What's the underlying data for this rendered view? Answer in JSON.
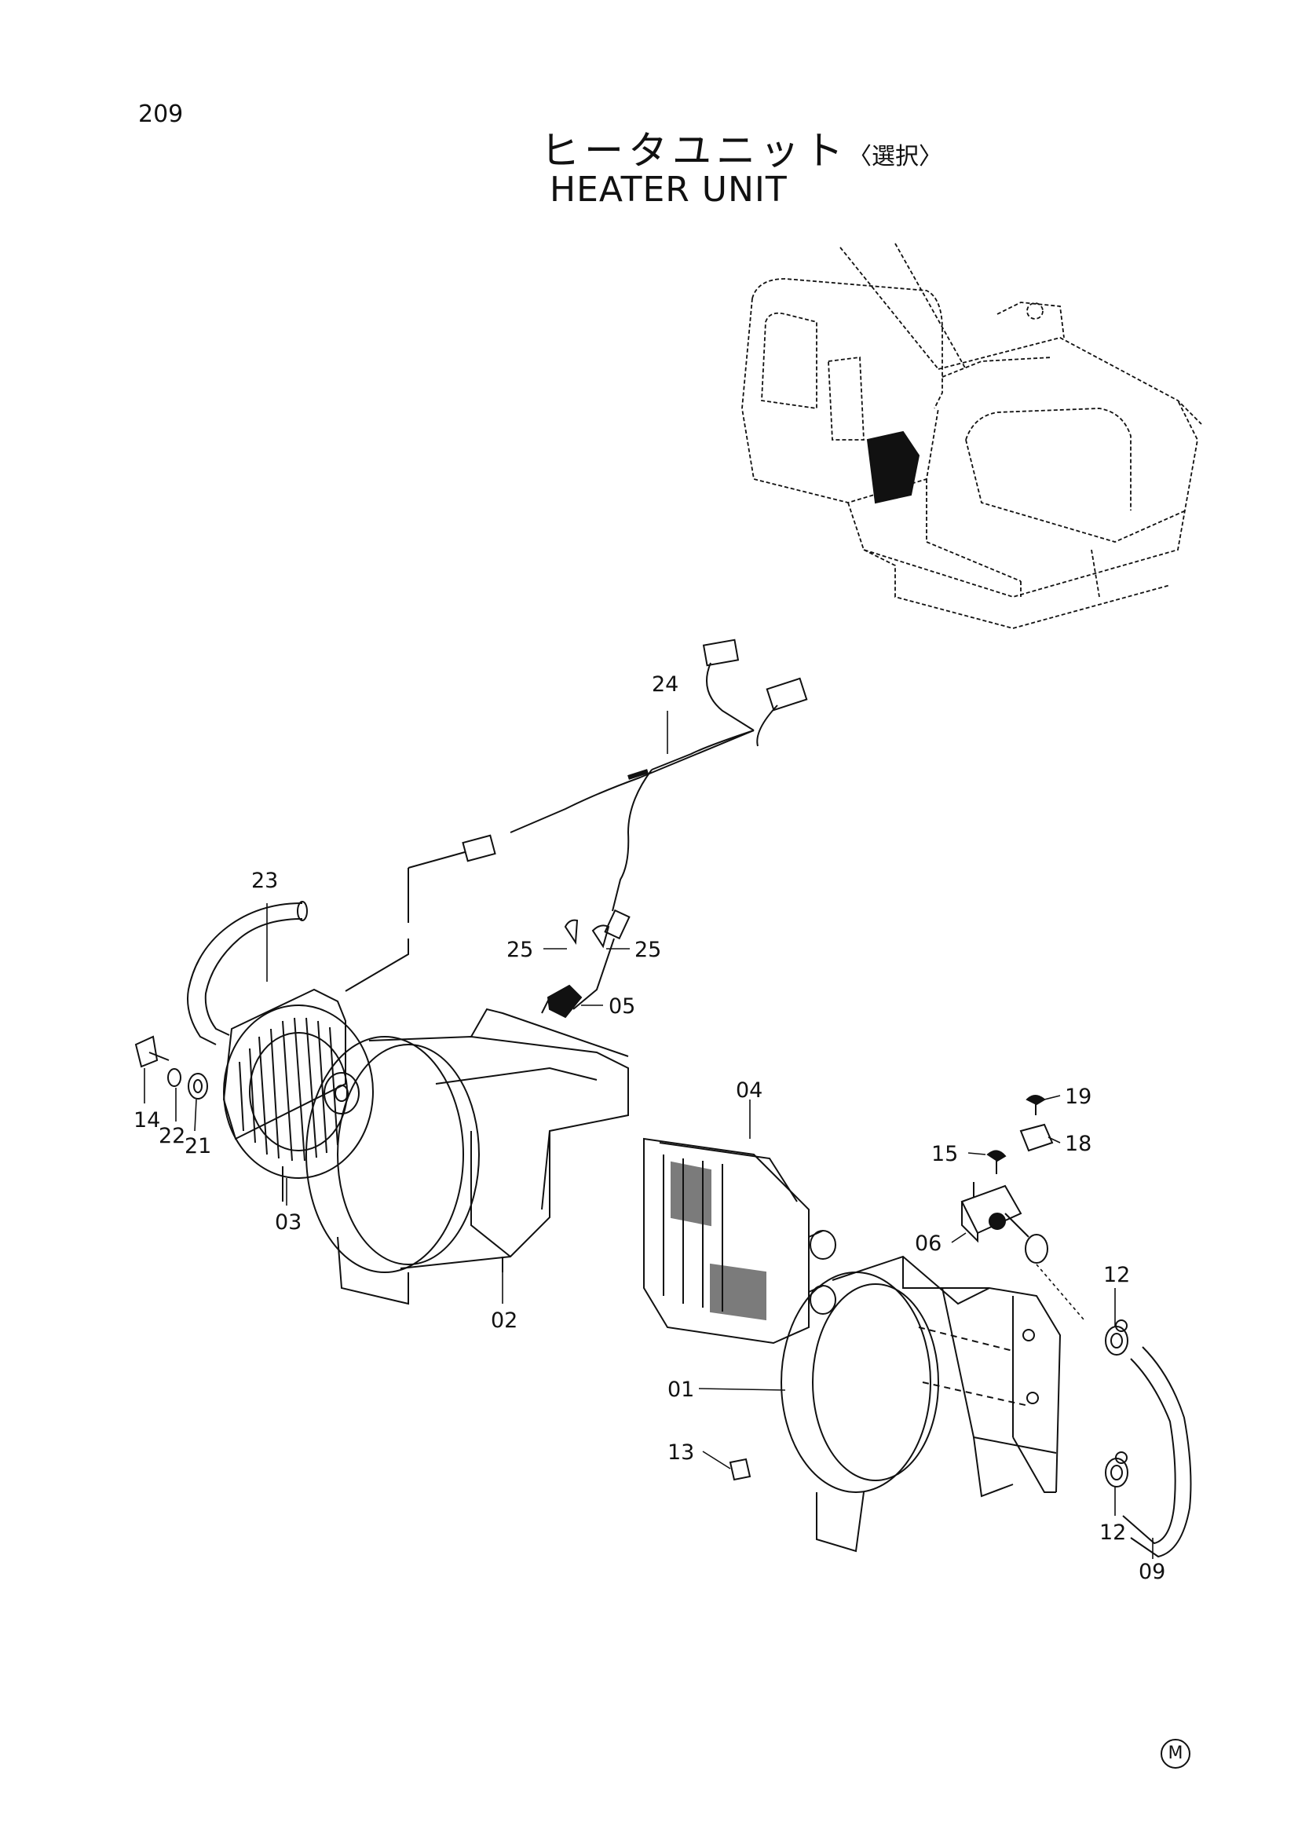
{
  "page_number": "209",
  "title_jp": "ヒータユニット",
  "title_jp_note": "〈選択〉",
  "title_en": "HEATER UNIT",
  "corner_mark": "M",
  "callouts": {
    "c01": "01",
    "c02": "02",
    "c03": "03",
    "c04": "04",
    "c05": "05",
    "c06": "06",
    "c09": "09",
    "c12a": "12",
    "c12b": "12",
    "c13": "13",
    "c14": "14",
    "c15": "15",
    "c18": "18",
    "c19": "19",
    "c21": "21",
    "c22": "22",
    "c23": "23",
    "c24": "24",
    "c25a": "25",
    "c25b": "25"
  }
}
